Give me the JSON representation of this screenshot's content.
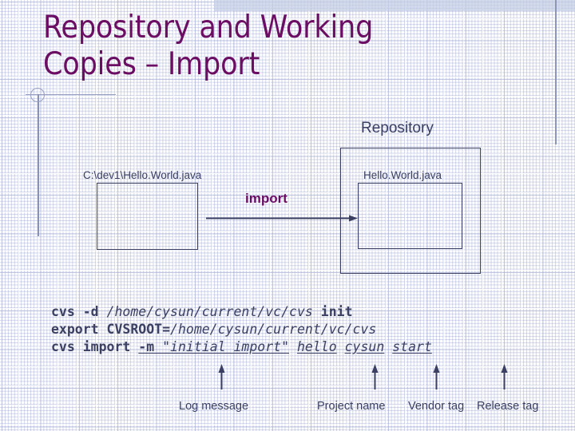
{
  "slide": {
    "title": "Repository and Working\nCopies – Import",
    "title_color": "#6b0e63",
    "body_color": "#3b4063"
  },
  "diagram": {
    "repository_label": "Repository",
    "local_file_label": "C:\\dev1\\Hello.World.java",
    "remote_file_label": "Hello.World.java",
    "action_label": "import"
  },
  "code": {
    "line1": {
      "part1": "cvs -d ",
      "part2": "/home/cysun/current/vc/cvs",
      "part3": " init"
    },
    "line2": {
      "part1": "export CVSROOT=",
      "part2": "/home/cysun/current/vc/cvs"
    },
    "line3": {
      "part1": "cvs import ",
      "part2": "-m ",
      "part3": "\"initial import\"",
      "part4": " ",
      "part5": "hello",
      "part6": " ",
      "part7": "cysun",
      "part8": " ",
      "part9": "start"
    }
  },
  "callouts": [
    {
      "label": "Log message"
    },
    {
      "label": "Project name"
    },
    {
      "label": "Vendor tag"
    },
    {
      "label": "Release tag"
    }
  ]
}
